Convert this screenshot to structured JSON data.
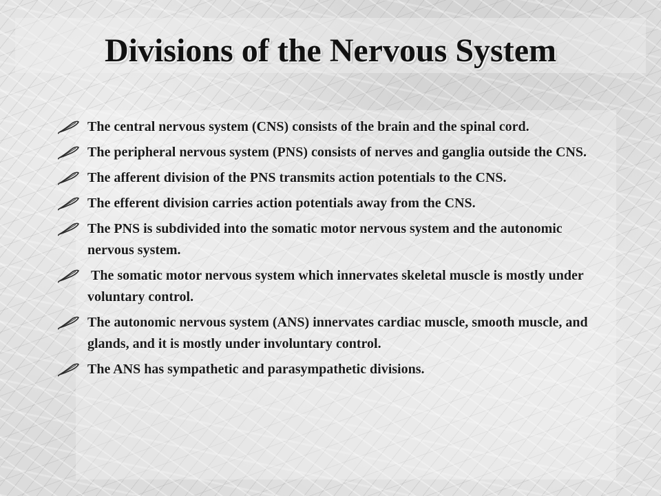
{
  "slide": {
    "title": "Divisions of the Nervous System",
    "bullet_icon": "feather-quill-icon",
    "bullets": [
      "The central nervous system (CNS) consists of the brain and the spinal cord.",
      "The peripheral nervous system (PNS) consists of nerves and ganglia outside the CNS.",
      "The afferent division of the PNS transmits action potentials to the CNS.",
      "The efferent division carries action potentials away from the CNS.",
      "The PNS is subdivided into the somatic motor nervous system and the autonomic nervous system.",
      " The somatic motor nervous system which innervates skeletal muscle is mostly under voluntary control.",
      "The autonomic nervous system (ANS) innervates cardiac muscle, smooth muscle, and glands, and it is mostly under involuntary control.",
      "The ANS has sympathetic and parasympathetic divisions."
    ]
  },
  "colors": {
    "text": "#1a1a1a",
    "title": "#111111",
    "background": "#dcdcdc"
  }
}
